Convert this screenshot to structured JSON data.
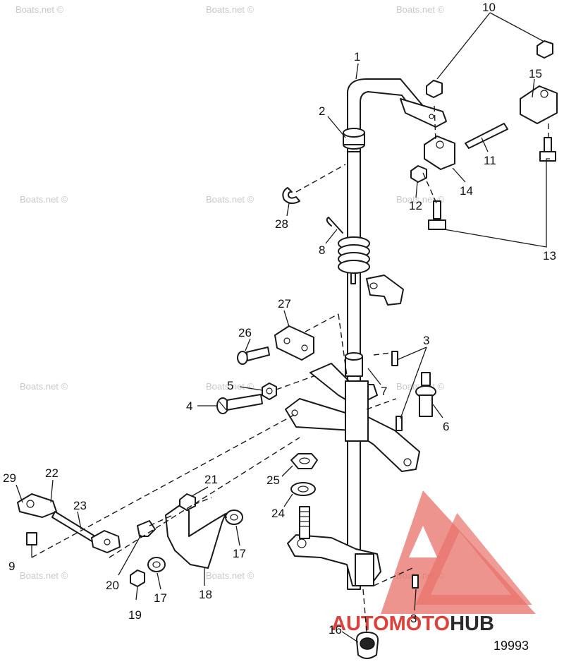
{
  "watermark": "Boats.net ©",
  "figure_number": "19993",
  "logo": {
    "text_red": "AUTOMOTO",
    "text_dark": "HUB",
    "color_red": "#e0403a",
    "color_dark": "#2b2b2b",
    "triangle_color": "#e8706a"
  },
  "callouts": [
    "1",
    "2",
    "3",
    "3",
    "4",
    "5",
    "6",
    "7",
    "8",
    "9",
    "10",
    "11",
    "12",
    "13",
    "14",
    "15",
    "16",
    "17",
    "17",
    "18",
    "19",
    "20",
    "21",
    "22",
    "23",
    "24",
    "25",
    "26",
    "27",
    "28",
    "29"
  ]
}
